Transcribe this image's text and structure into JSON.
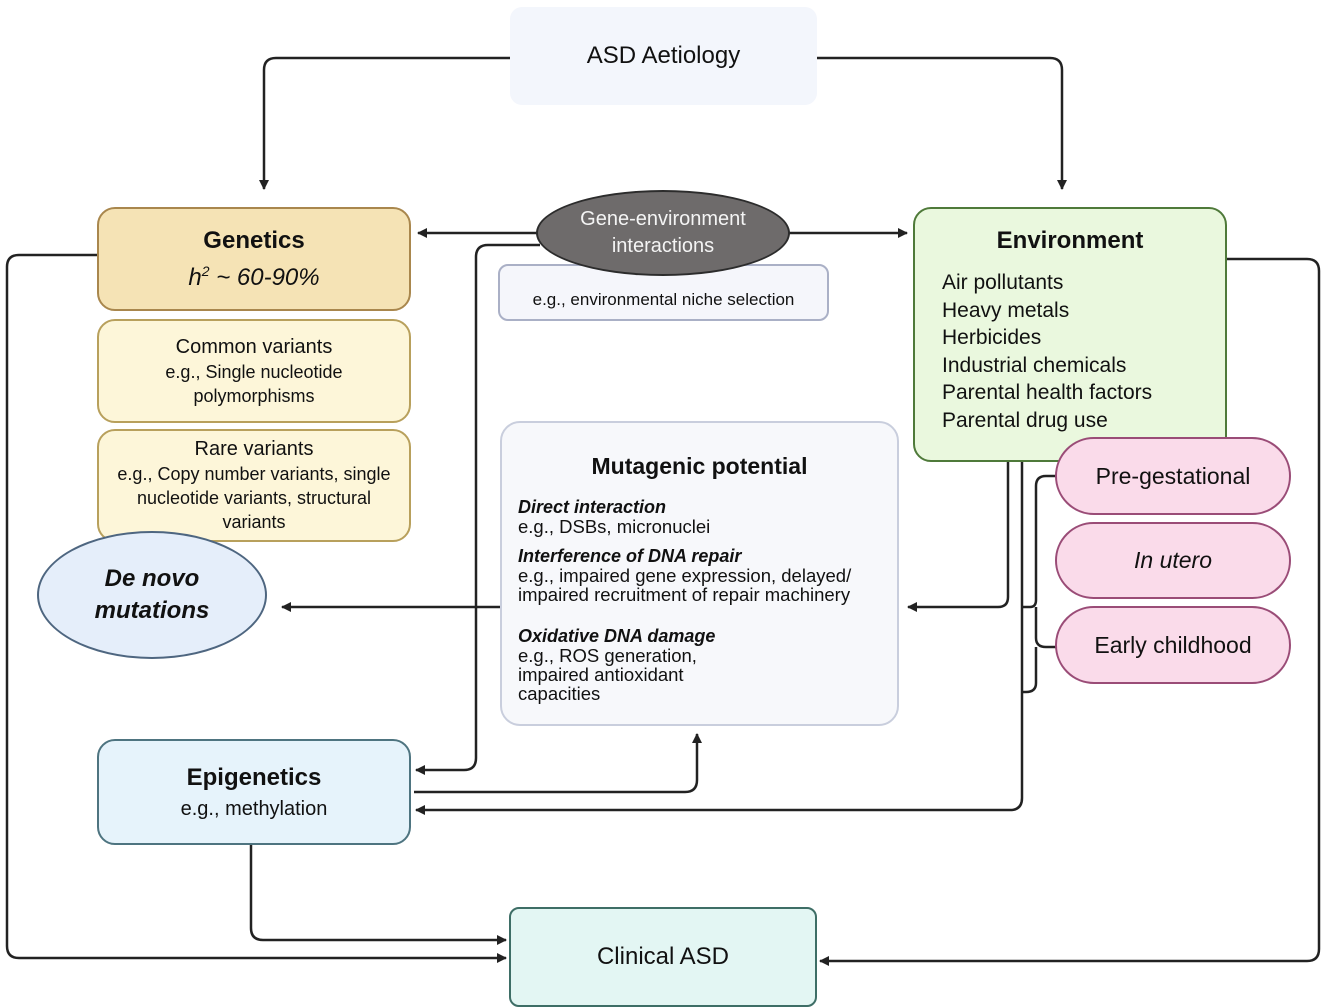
{
  "diagram": {
    "root": {
      "label": "ASD Aetiology"
    },
    "genetics": {
      "title": "Genetics",
      "heritability_prefix": "h",
      "heritability_sup": "2",
      "heritability_value": " ~ 60-90%",
      "common_variants": {
        "title": "Common variants",
        "desc": "e.g., Single nucleotide polymorphisms"
      },
      "rare_variants": {
        "title": "Rare variants",
        "desc": "e.g., Copy number variants, single nucleotide variants, structural variants"
      }
    },
    "de_novo": {
      "line1": "De novo",
      "line2": "mutations"
    },
    "gene_environment": {
      "line1": "Gene-environment",
      "line2": "interactions",
      "example": "e.g., environmental niche selection"
    },
    "environment": {
      "title": "Environment",
      "items": [
        "Air pollutants",
        "Heavy metals",
        "Herbicides",
        "Industrial chemicals",
        "Parental health factors",
        "Parental drug use"
      ]
    },
    "timing": [
      "Pre-gestational",
      "In utero",
      "Early childhood"
    ],
    "mutagenic": {
      "title": "Mutagenic potential",
      "sections": [
        {
          "heading": "Direct interaction",
          "desc": "e.g., DSBs, micronuclei"
        },
        {
          "heading": "Interference of DNA repair",
          "desc": "e.g., impaired gene expression, delayed/ impaired recruitment of repair machinery"
        },
        {
          "heading": "Oxidative DNA damage",
          "desc": "e.g., ROS generation, impaired antioxidant capacities"
        }
      ]
    },
    "epigenetics": {
      "title": "Epigenetics",
      "desc": "e.g., methylation"
    },
    "clinical": {
      "label": "Clinical ASD"
    }
  },
  "colors": {
    "connector": "#222222",
    "genetics_fill": "#f5e3b5",
    "environment_fill": "#eaf8de",
    "timing_fill": "#fadbea",
    "epigenetics_fill": "#e6f3fb",
    "clinical_fill": "#e3f6f3",
    "gxe_fill": "#6e6b6b"
  }
}
